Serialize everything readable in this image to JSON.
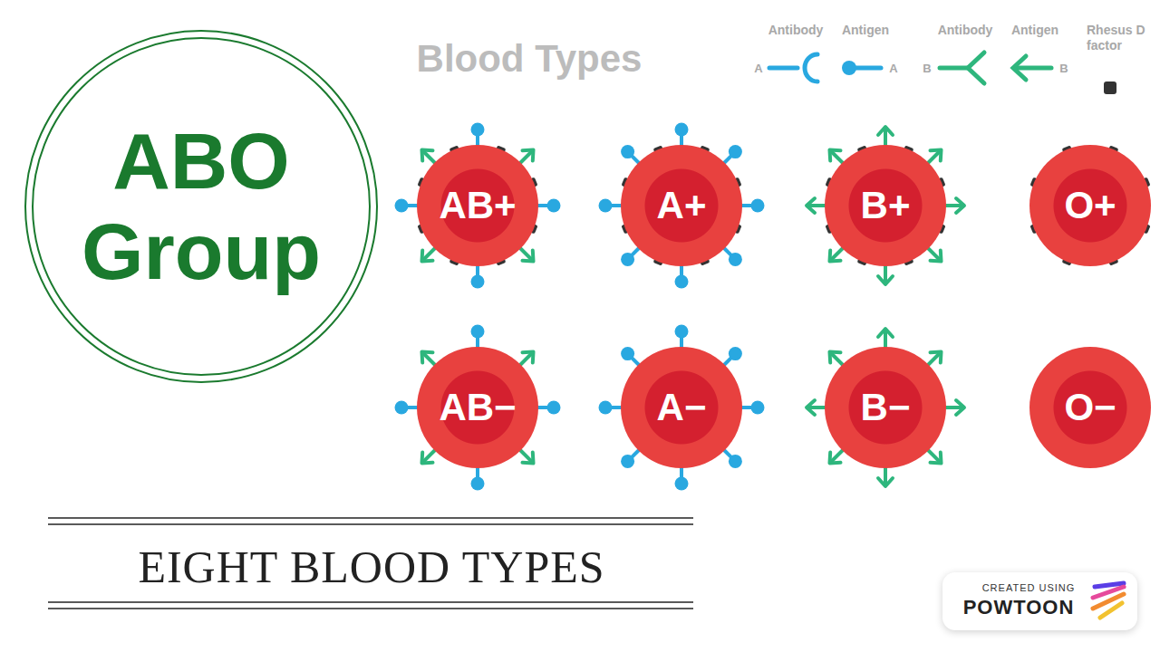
{
  "diagram": {
    "title": "Blood Types",
    "nodes": [
      {
        "text": [
          "ABO Group"
        ]
      },
      {
        "text": [
          "AB+"
        ]
      },
      {
        "text": [
          "A+"
        ]
      },
      {
        "text": [
          "B+"
        ]
      },
      {
        "text": [
          "O+"
        ]
      },
      {
        "text": [
          "AB−"
        ]
      },
      {
        "text": [
          "A−"
        ]
      },
      {
        "text": [
          "B−"
        ]
      },
      {
        "text": [
          "O−"
        ]
      }
    ],
    "labels": [
      "Antibody",
      "Antigen",
      "Antibody",
      "Antigen",
      "Rhesus D factor",
      "A",
      "A",
      "B",
      "B",
      "EIGHT BLOOD TYPES",
      "CREATED USING",
      "POWTOON"
    ]
  }
}
